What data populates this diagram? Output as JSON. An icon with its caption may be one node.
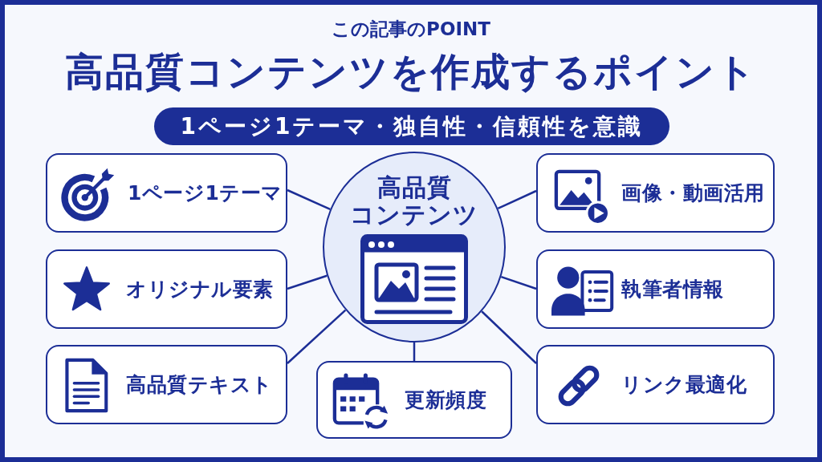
{
  "diagram": {
    "title": "高品質コンテンツを作成するポイント",
    "nodes": [
      {
        "text": [
          "1ページ1テーマ・独自性・信頼性を意識"
        ]
      },
      {
        "text": [
          "高品質コンテンツ"
        ]
      },
      {
        "text": [
          "1ページ1テーマ"
        ]
      },
      {
        "text": [
          "オリジナル要素"
        ]
      },
      {
        "text": [
          "高品質テキスト"
        ]
      },
      {
        "text": [
          "更新頻度"
        ]
      },
      {
        "text": [
          "画像・動画活用"
        ]
      },
      {
        "text": [
          "執筆者情報"
        ]
      },
      {
        "text": [
          "リンク最適化"
        ]
      }
    ],
    "edges": [
      {
        "from": 1,
        "to": 2,
        "arrow": "none"
      },
      {
        "from": 1,
        "to": 3,
        "arrow": "none"
      },
      {
        "from": 1,
        "to": 4,
        "arrow": "none"
      },
      {
        "from": 1,
        "to": 5,
        "arrow": "none"
      },
      {
        "from": 1,
        "to": 6,
        "arrow": "none"
      },
      {
        "from": 1,
        "to": 7,
        "arrow": "none"
      },
      {
        "from": 1,
        "to": 8,
        "arrow": "none"
      }
    ],
    "labels": [
      "この記事のPOINT"
    ]
  }
}
